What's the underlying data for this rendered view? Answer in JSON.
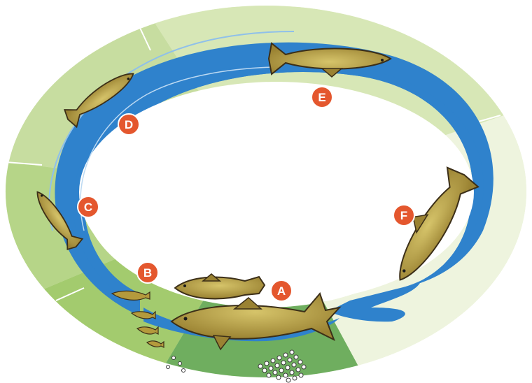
{
  "diagram": {
    "stages": [
      {
        "label": "A"
      },
      {
        "label": "B"
      },
      {
        "label": "C"
      },
      {
        "label": "D"
      },
      {
        "label": "E"
      },
      {
        "label": "F"
      }
    ],
    "colors": {
      "outer_ring_light": "#e2edc9",
      "outer_ring_mid": "#c9dea3",
      "outer_ring_dark": "#a9cd78",
      "gravel": "#6fae5f",
      "water": "#2f82cc",
      "water_highlight": "#8fc0ea",
      "marker": "#e4572e",
      "fish_body": "#b49a3c",
      "fish_outline": "#3c2f18"
    }
  }
}
